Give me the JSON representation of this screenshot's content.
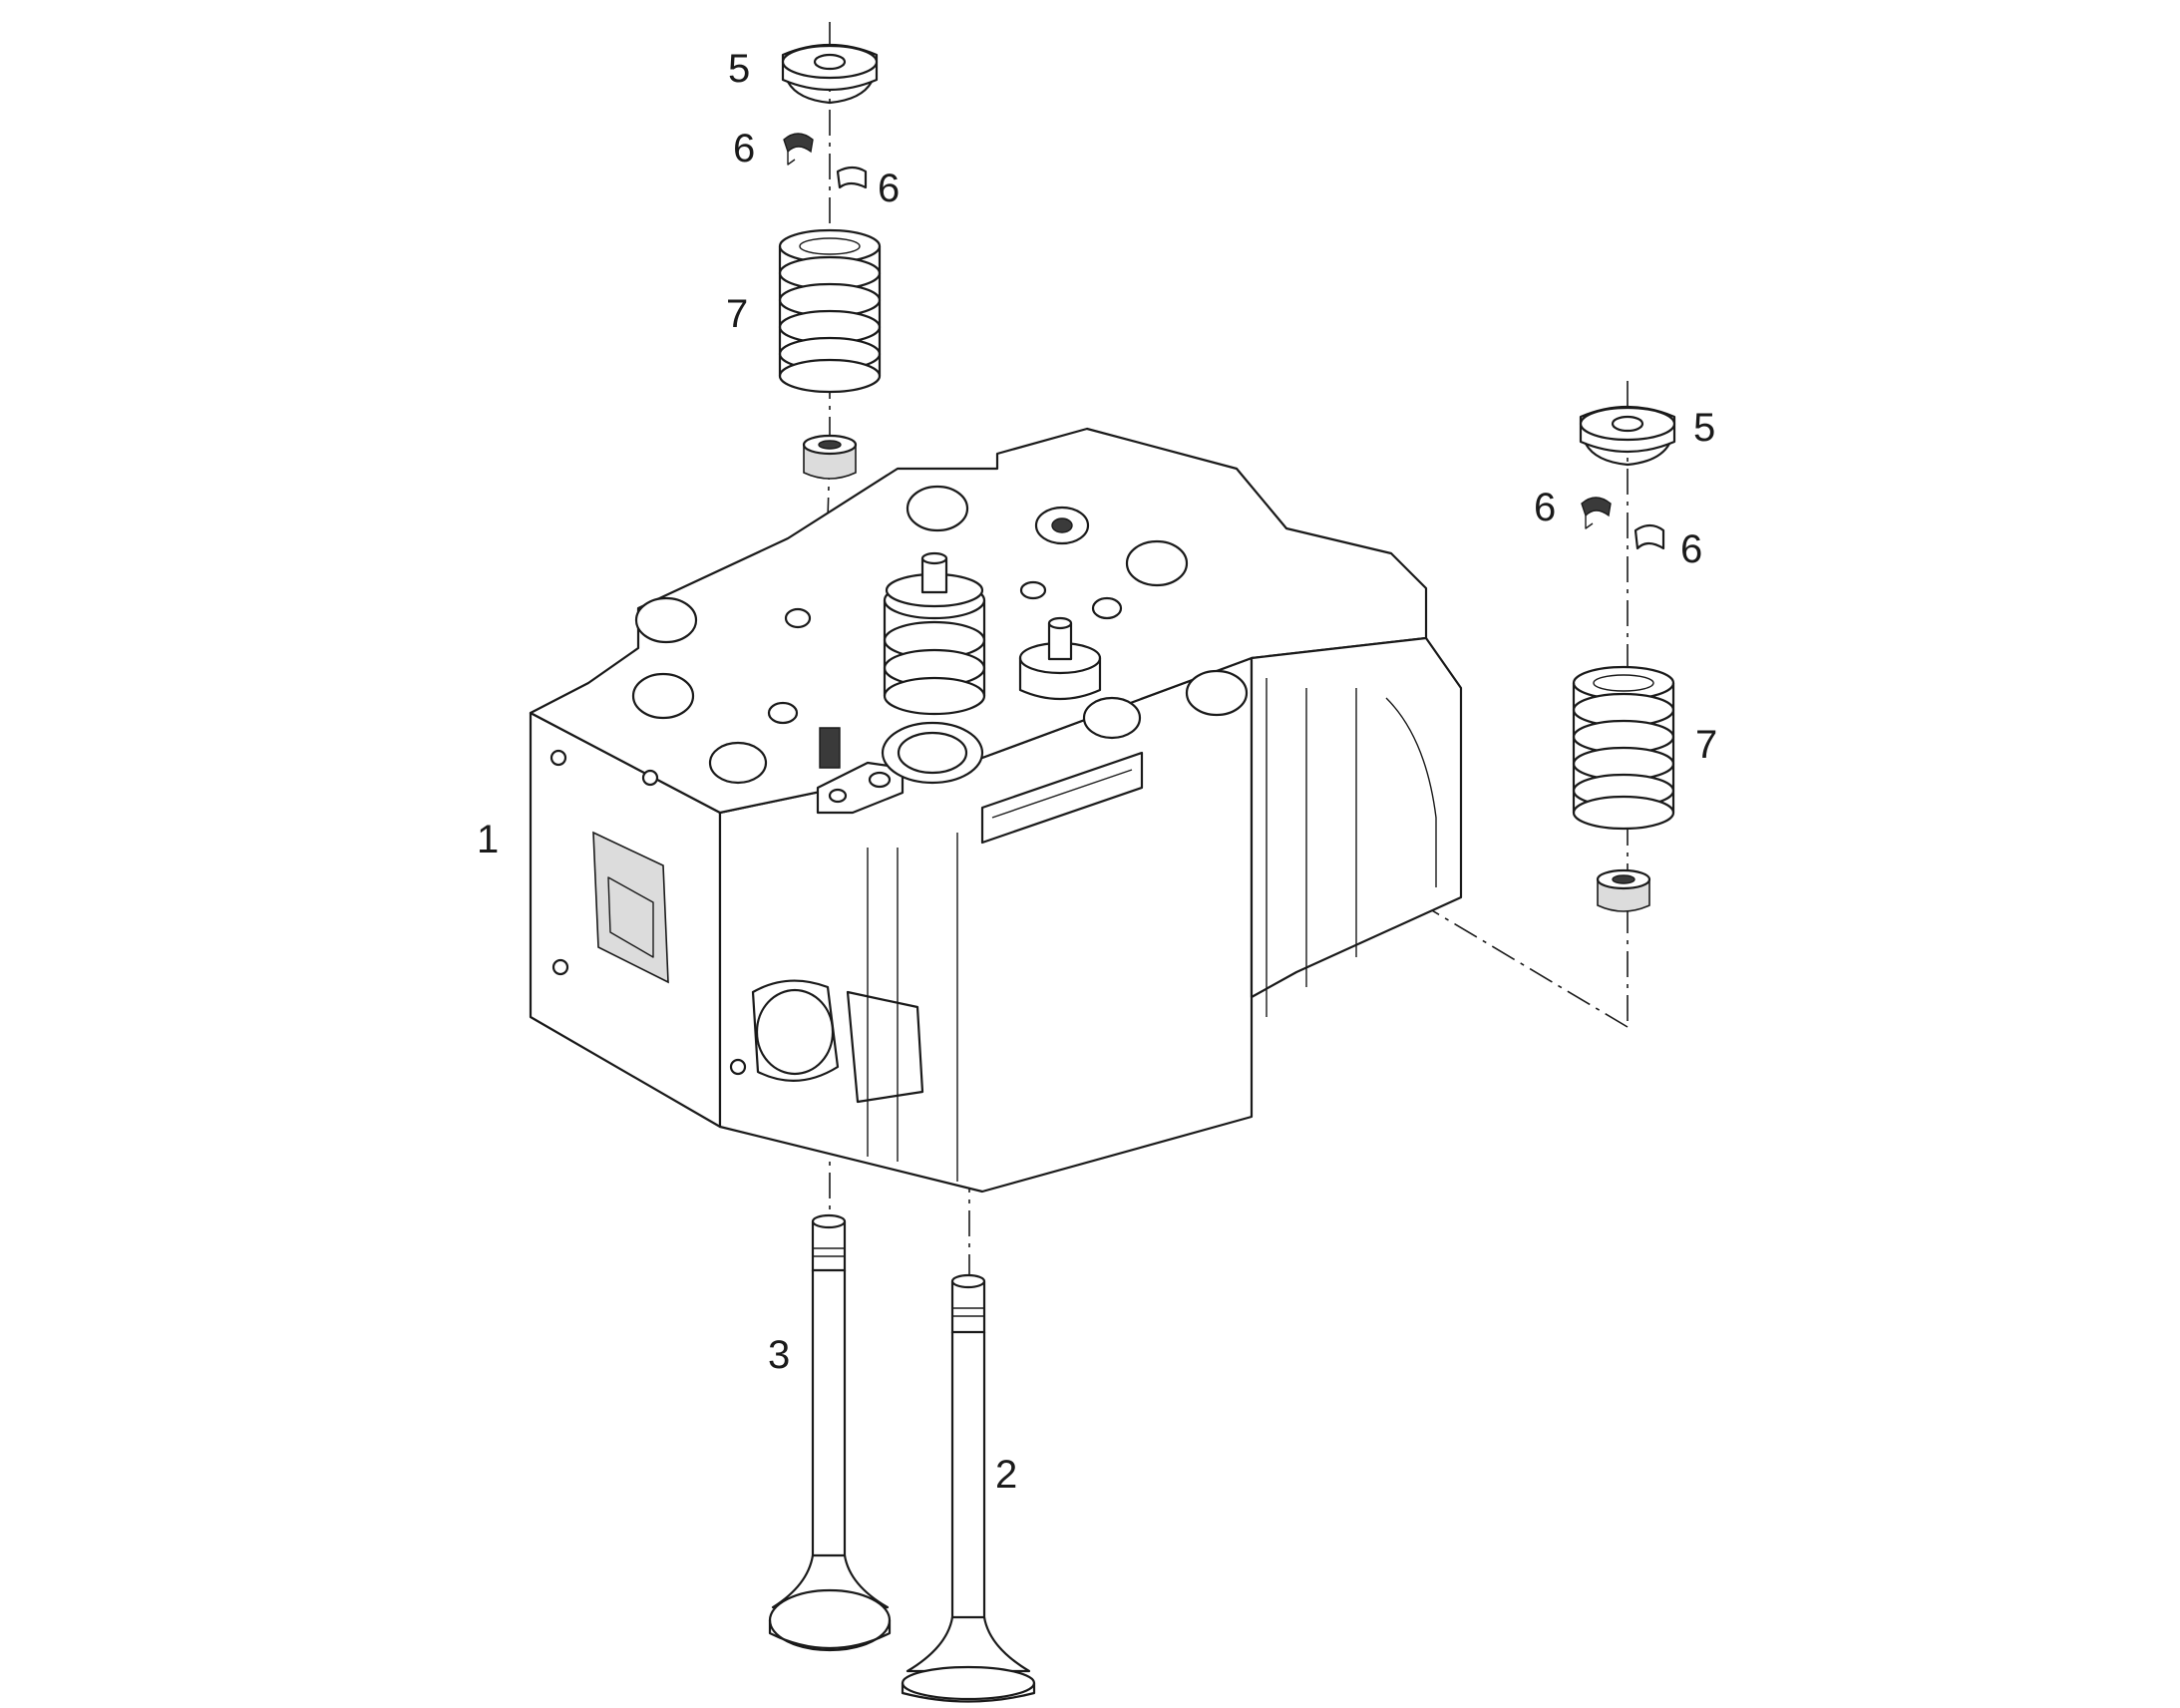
{
  "diagram": {
    "callouts": {
      "cylinder_head": "1",
      "intake_valve": "2",
      "exhaust_valve": "3",
      "retainer_upper": "5",
      "retainer_right": "5",
      "keeper_upper_left": "6",
      "keeper_upper_right": "6",
      "keeper_right_left": "6",
      "keeper_right_right": "6",
      "spring_upper": "7",
      "spring_right": "7"
    }
  }
}
